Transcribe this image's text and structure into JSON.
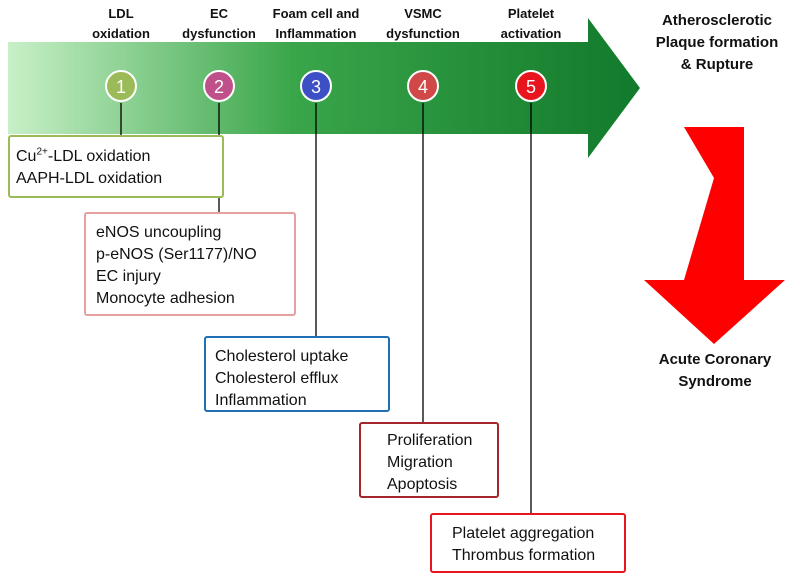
{
  "stages": [
    {
      "label_line1": "LDL",
      "label_line2": "oxidation",
      "number": "1",
      "color": "#9bbb59"
    },
    {
      "label_line1": "EC",
      "label_line2": "dysfunction",
      "number": "2",
      "color": "#c0508a"
    },
    {
      "label_line1": "Foam cell and",
      "label_line2": "Inflammation",
      "number": "3",
      "color": "#3d4fc4"
    },
    {
      "label_line1": "VSMC",
      "label_line2": "dysfunction",
      "number": "4",
      "color": "#d04848"
    },
    {
      "label_line1": "Platelet",
      "label_line2": "activation",
      "number": "5",
      "color": "#e8141e"
    }
  ],
  "outcome_top": {
    "line1": "Atherosclerotic",
    "line2": "Plaque formation",
    "line3": "& Rupture"
  },
  "outcome_bottom": {
    "line1": "Acute Coronary",
    "line2": "Syndrome"
  },
  "boxes": [
    {
      "lines": [
        "-LDL oxidation",
        "AAPH-LDL oxidation"
      ],
      "prefix": "Cu",
      "superscript": "2+",
      "border_color": "#9bbb59"
    },
    {
      "lines": [
        "eNOS uncoupling",
        "p-eNOS (Ser1177)/NO",
        "EC injury",
        "Monocyte adhesion"
      ],
      "border_color": "#e6a0a0"
    },
    {
      "lines": [
        "Cholesterol uptake",
        "Cholesterol efflux",
        "Inflammation"
      ],
      "border_color": "#1f6fb5"
    },
    {
      "lines": [
        "Proliferation",
        "Migration",
        "Apoptosis"
      ],
      "border_color": "#a3262a"
    },
    {
      "lines": [
        "Platelet aggregation",
        "Thrombus formation"
      ],
      "border_color": "#e8141e"
    }
  ],
  "colors": {
    "arrow_start": "#c8f0c8",
    "arrow_mid": "#3aa64a",
    "arrow_end": "#117a2c",
    "down_arrow": "#ff0000"
  }
}
